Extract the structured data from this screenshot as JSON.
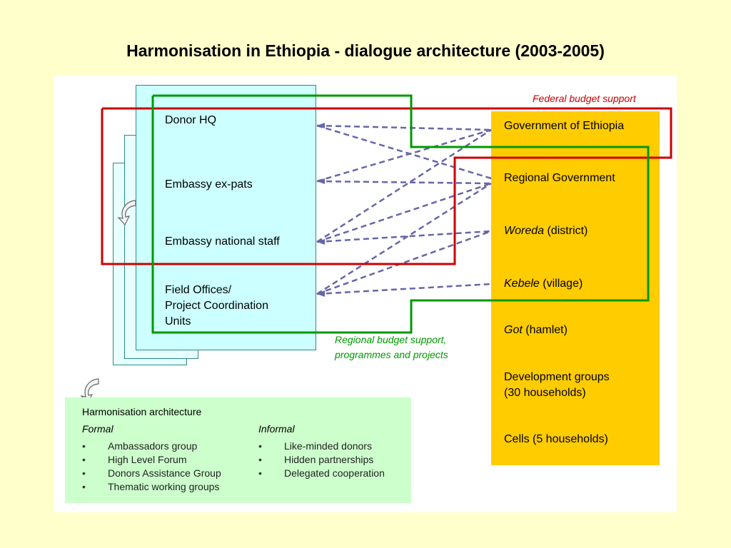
{
  "title": "Harmonisation in Ethiopia - dialogue architecture (2003-2005)",
  "donor_side": {
    "items": [
      "Donor HQ",
      "Embassy ex-pats",
      "Embassy national staff",
      "Field Offices/\nProject Coordination\nUnits"
    ]
  },
  "government_side": {
    "items": [
      {
        "em": "",
        "text": "Government of Ethiopia"
      },
      {
        "em": "",
        "text": "Regional Government"
      },
      {
        "em": "Woreda",
        "text": " (district)"
      },
      {
        "em": "Kebele",
        "text": " (village)"
      },
      {
        "em": "Got",
        "text": " (hamlet)"
      },
      {
        "em": "",
        "text": "Development groups\n(30 households)"
      },
      {
        "em": "",
        "text": "Cells (5 households)"
      }
    ]
  },
  "captions": {
    "federal": "Federal budget support",
    "regional": "Regional budget support,\nprogrammes and projects"
  },
  "harmonisation": {
    "title": "Harmonisation architecture",
    "formal": {
      "heading": "Formal",
      "items": [
        "Ambassadors group",
        "High Level Forum",
        "Donors Assistance Group",
        "Thematic working groups"
      ]
    },
    "informal": {
      "heading": "Informal",
      "items": [
        "Like-minded donors",
        "Hidden partnerships",
        "Delegated cooperation"
      ]
    }
  },
  "colors": {
    "background": "#ffffcc",
    "donor_box": "#ccffff",
    "government_column": "#ffcc00",
    "federal_outline": "#cc0000",
    "regional_outline": "#009900",
    "connector": "#6666aa",
    "harmonisation_box": "#ccffcc"
  },
  "icons": [
    "curved-arrow-icon"
  ]
}
